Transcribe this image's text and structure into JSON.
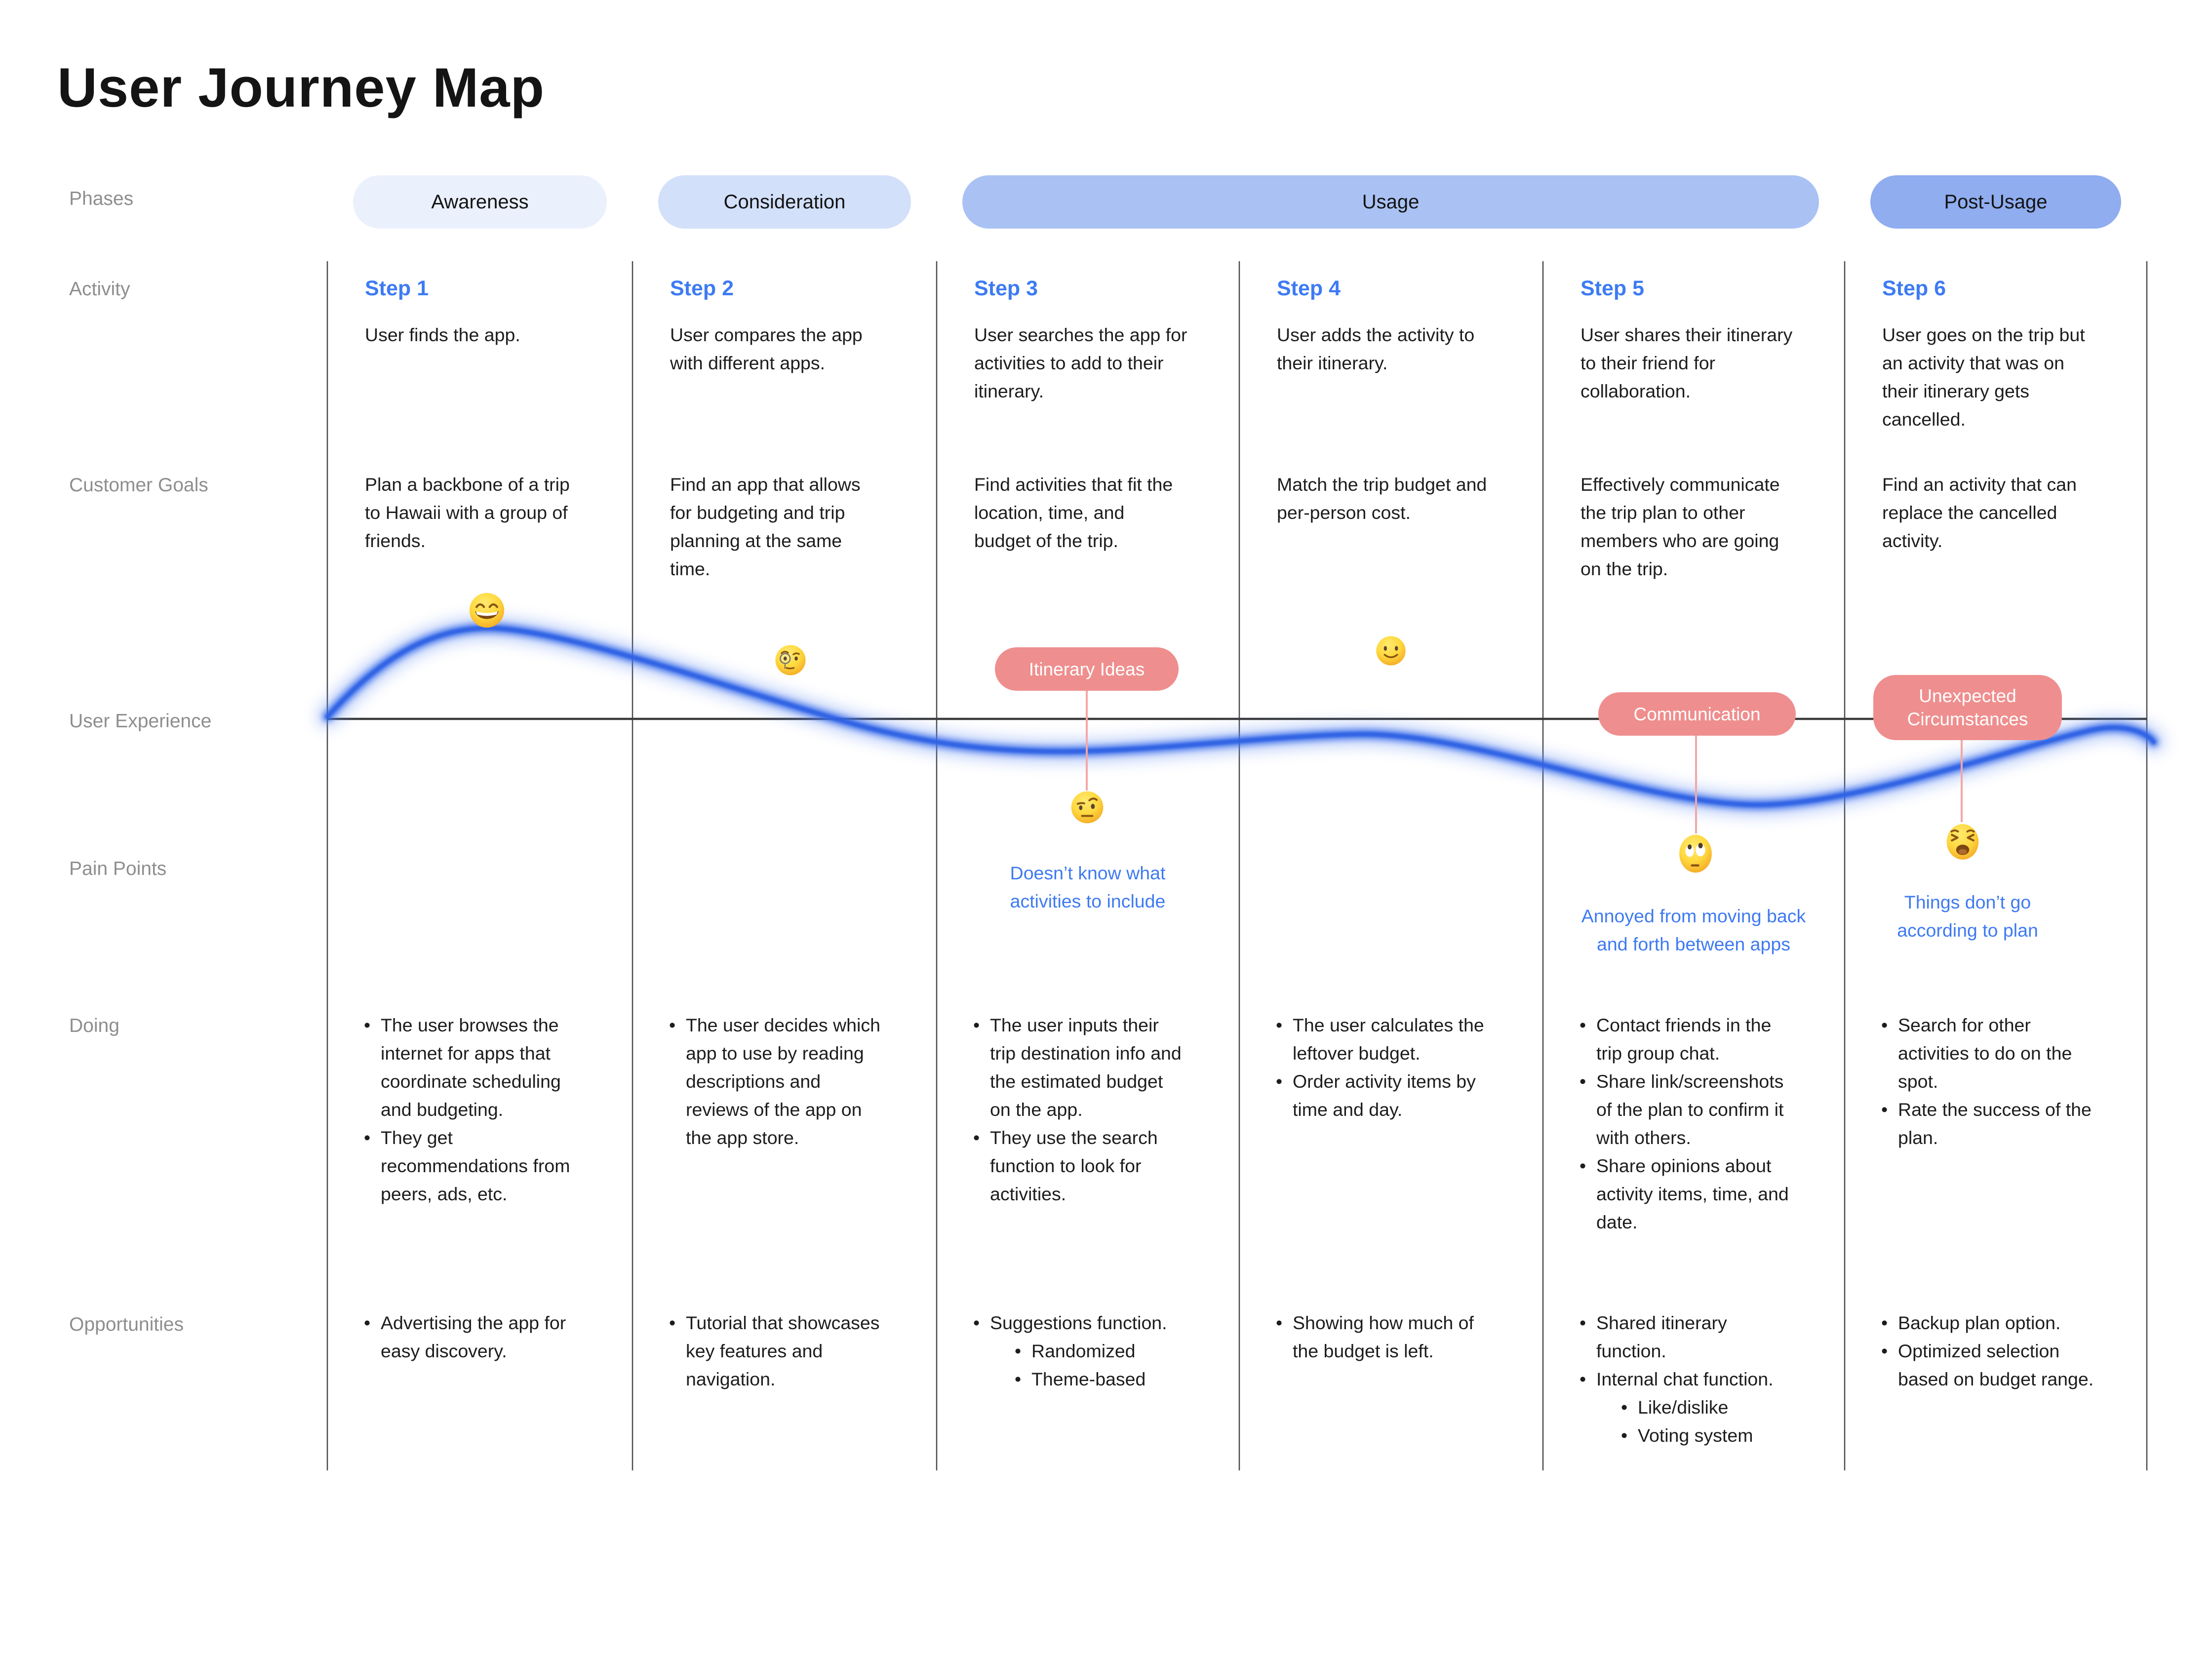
{
  "title": "User Journey Map",
  "rows": {
    "phases": "Phases",
    "activity": "Activity",
    "goals": "Customer Goals",
    "experience": "User Experience",
    "pain": "Pain Points",
    "doing": "Doing",
    "opportunities": "Opportunities"
  },
  "phases": [
    {
      "label": "Awareness",
      "color": "#EAF0FC"
    },
    {
      "label": "Consideration",
      "color": "#D2E0FA"
    },
    {
      "label": "Usage",
      "color": "#AAC2F3"
    },
    {
      "label": "Post-Usage",
      "color": "#8FADEF"
    }
  ],
  "steps": [
    {
      "title": "Step 1",
      "activity": "User finds the app.",
      "goal": "Plan a backbone of a trip\nto Hawaii with a group of\nfriends.",
      "emotion": "grinning-face-with-smiling-eyes",
      "doing": [
        "The user browses the\ninternet for apps that\ncoordinate scheduling\nand budgeting.",
        "They get\nrecommendations from\npeers, ads, etc."
      ],
      "opps": [
        "Advertising the app for\neasy discovery."
      ]
    },
    {
      "title": "Step 2",
      "activity": "User compares the app\nwith different apps.",
      "goal": "Find an app that allows\nfor budgeting and trip\nplanning at the same\ntime.",
      "emotion": "face-with-monocle",
      "doing": [
        "The user decides which\napp to use by reading\ndescriptions and\nreviews of the app on\nthe app store."
      ],
      "opps": [
        "Tutorial that showcases\nkey features and\nnavigation."
      ]
    },
    {
      "title": "Step 3",
      "activity": "User searches the app for\nactivities to add to their\nitinerary.",
      "goal": "Find activities that fit the\nlocation, time, and\nbudget of the trip.",
      "emotion": "face-with-raised-eyebrow",
      "badge": "Itinerary Ideas",
      "pain": "Doesn’t know what\nactivities to include",
      "doing": [
        "The user inputs their\ntrip destination info and\nthe estimated budget\non the app.",
        "They use the search\nfunction to look for\nactivities."
      ],
      "opps": [
        "Suggestions function.",
        "Randomized",
        "Theme-based"
      ]
    },
    {
      "title": "Step 4",
      "activity": "User adds the activity to\ntheir itinerary.",
      "goal": "Match the trip budget and\nper-person cost.",
      "emotion": "slightly-smiling-face",
      "doing": [
        "The user calculates the\nleftover budget.",
        "Order activity items by\ntime and day."
      ],
      "opps": [
        "Showing how much of\nthe budget is left."
      ]
    },
    {
      "title": "Step 5",
      "activity": "User shares their itinerary\nto their friend for\ncollaboration.",
      "goal": "Effectively communicate\nthe trip plan to other\nmembers who are going\non the trip.",
      "emotion": "face-with-rolling-eyes",
      "badge": "Communication",
      "pain": "Annoyed from moving back\nand forth between apps",
      "doing": [
        "Contact friends in the\ntrip group chat.",
        "Share link/screenshots\nof the plan to confirm it\nwith others.",
        "Share opinions about\nactivity items, time, and\ndate."
      ],
      "opps": [
        "Shared itinerary\nfunction.",
        "Internal chat function.",
        "Like/dislike",
        "Voting system"
      ]
    },
    {
      "title": "Step 6",
      "activity": "User goes on the trip but\nan activity that was on\ntheir itinerary gets\ncancelled.",
      "goal": "Find an activity that can\nreplace the cancelled\nactivity.",
      "emotion": "weary-face",
      "badge": "Unexpected\nCircumstances",
      "pain": "Things don’t go\naccording to plan",
      "doing": [
        "Search for other\nactivities to do on the\nspot.",
        "Rate the success of the\nplan."
      ],
      "opps": [
        "Backup plan option.",
        "Optimized selection\nbased on budget range."
      ]
    }
  ],
  "colors": {
    "accent_blue": "#3D7BF3",
    "pain_blue": "#3E7AF2",
    "badge_pink": "#EF8E8E",
    "stem_pink": "#F3A6A6",
    "wave_blue": "#2E63E8",
    "grid_line": "#4A4A4A",
    "row_label_gray": "#8E8E8E"
  }
}
